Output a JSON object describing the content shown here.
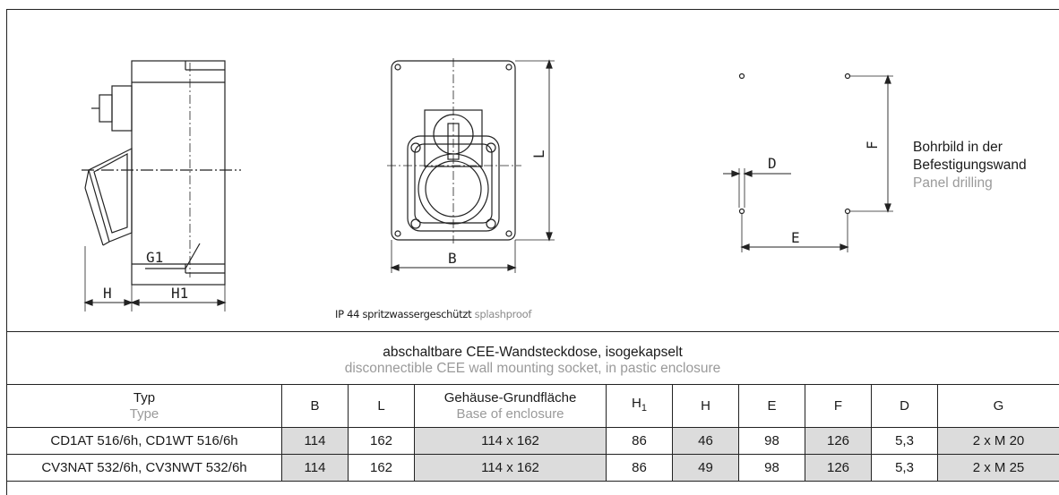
{
  "drawings": {
    "labels": {
      "h": "H",
      "h1": "H1",
      "g1": "G1",
      "b": "B",
      "l": "L",
      "d": "D",
      "e": "E",
      "f": "F"
    },
    "ip_caption_de": "IP 44 spritzwassergeschützt",
    "ip_caption_en": "splashproof",
    "drilling_de_line1": "Bohrbild in der",
    "drilling_de_line2": "Befestigungswand",
    "drilling_en": "Panel drilling"
  },
  "title": {
    "de": "abschaltbare CEE-Wandsteckdose, isogekapselt",
    "en": "disconnectible CEE wall mounting socket, in pastic enclosure"
  },
  "table": {
    "headers": [
      {
        "de": "Typ",
        "en": "Type"
      },
      {
        "de": "B"
      },
      {
        "de": "L"
      },
      {
        "de": "Gehäuse-Grundfläche",
        "en": "Base of enclosure"
      },
      {
        "de": "H",
        "sub": "1"
      },
      {
        "de": "H"
      },
      {
        "de": "E"
      },
      {
        "de": "F"
      },
      {
        "de": "D"
      },
      {
        "de": "G"
      }
    ],
    "rows": [
      [
        "CD1AT 516/6h, CD1WT 516/6h",
        "114",
        "162",
        "114 x 162",
        "86",
        "46",
        "98",
        "126",
        "5,3",
        "2 x M 20"
      ],
      [
        "CV3NAT 532/6h, CV3NWT 532/6h",
        "114",
        "162",
        "114 x 162",
        "86",
        "49",
        "98",
        "126",
        "5,3",
        "2 x M 25"
      ]
    ]
  }
}
